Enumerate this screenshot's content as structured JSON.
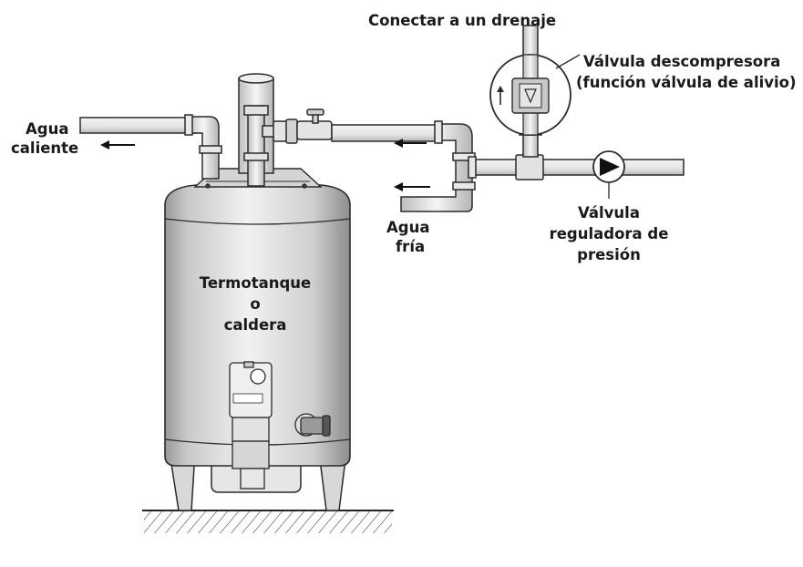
{
  "labels": {
    "drain": "Conectar a un drenaje",
    "relief_valve_line1": "Válvula descompresora",
    "relief_valve_line2": "(función válvula de alivio)",
    "hot_water_line1": "Agua",
    "hot_water_line2": "caliente",
    "cold_water_line1": "Agua",
    "cold_water_line2": "fría",
    "pressure_valve_line1": "Válvula",
    "pressure_valve_line2": "reguladora de",
    "pressure_valve_line3": "presión",
    "tank_line1": "Termotanque",
    "tank_line2": "o",
    "tank_line3": "caldera"
  },
  "colors": {
    "pipe_fill": "#e9e9e9",
    "tank_fill": "#dcdcdc",
    "outline": "#2a2a2a",
    "text": "#1a1a1a"
  }
}
